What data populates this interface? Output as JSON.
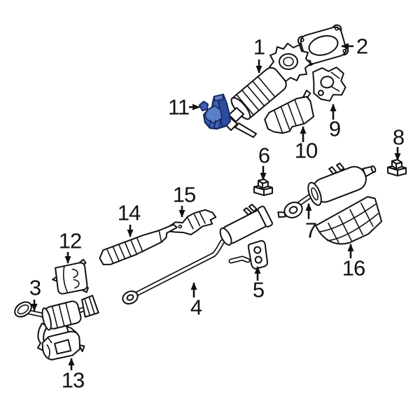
{
  "diagram": {
    "type": "exhaust-parts-diagram",
    "background_color": "#ffffff",
    "line_color": "#111111",
    "highlighted_part_id": "11",
    "highlight_colors": {
      "fill": "#3b62b6",
      "shade": "#2c4c9e",
      "light": "#5b7ec8",
      "outline": "#19265c"
    },
    "parts": [
      {
        "id": "1",
        "label": "1"
      },
      {
        "id": "2",
        "label": "2"
      },
      {
        "id": "3",
        "label": "3"
      },
      {
        "id": "4",
        "label": "4"
      },
      {
        "id": "5",
        "label": "5"
      },
      {
        "id": "6",
        "label": "6"
      },
      {
        "id": "7",
        "label": "7"
      },
      {
        "id": "8",
        "label": "8"
      },
      {
        "id": "9",
        "label": "9"
      },
      {
        "id": "10",
        "label": "10"
      },
      {
        "id": "11",
        "label": "11"
      },
      {
        "id": "12",
        "label": "12"
      },
      {
        "id": "13",
        "label": "13"
      },
      {
        "id": "14",
        "label": "14"
      },
      {
        "id": "15",
        "label": "15"
      },
      {
        "id": "16",
        "label": "16"
      }
    ]
  }
}
